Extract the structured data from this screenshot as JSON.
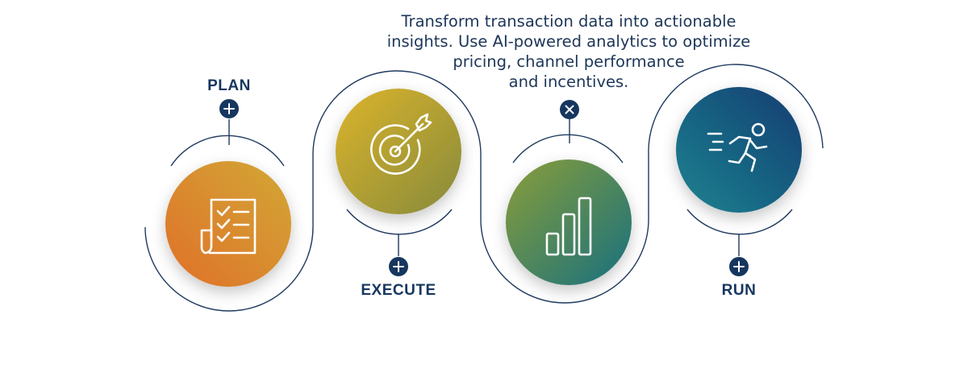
{
  "steps": [
    {
      "title": "PLAN",
      "icon": "checklist-icon"
    },
    {
      "title": "EXECUTE",
      "icon": "target-icon"
    },
    {
      "title": "",
      "icon": "bar-chart-icon"
    },
    {
      "title": "RUN",
      "icon": "running-person-icon"
    }
  ],
  "description": {
    "lines": [
      "Transform transaction data into actionable",
      "insights. Use AI-powered analytics to optimize",
      "pricing, channel performance",
      "and incentives."
    ]
  },
  "colors": {
    "navy": "#16365f",
    "line": "#1f3a5f",
    "plan_gradient": [
      "#e0742a",
      "#d2a232"
    ],
    "execute_gradient": [
      "#d7b02b",
      "#8c8c3a"
    ],
    "analyze_gradient": [
      "#7d9a3c",
      "#1b6f7e"
    ],
    "run_gradient": [
      "#1a7f8c",
      "#163f74"
    ]
  }
}
